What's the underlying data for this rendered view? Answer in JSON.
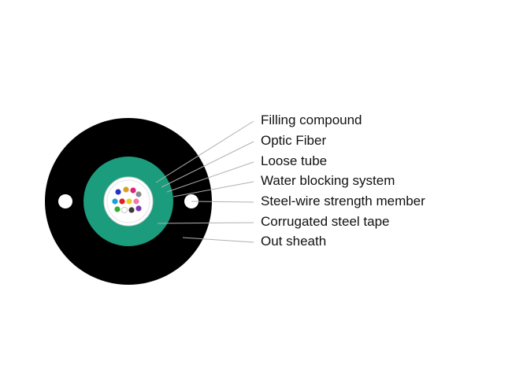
{
  "labels": [
    "Filling compound",
    "Optic Fiber",
    "Loose tube",
    "Water blocking system",
    "Steel-wire strength member",
    "Corrugated steel tape",
    "Out sheath"
  ],
  "colors": {
    "sheath": "#000000",
    "water_blocking_ring": "#1a9c7d",
    "loose_tube": "#ffffff",
    "leader_line": "#b0b0b0",
    "fibers": [
      "#2233cc",
      "#d6a020",
      "#e0207a",
      "#8a8a8a",
      "#1aa0d8",
      "#e02020",
      "#e8d020",
      "#f07ab0",
      "#30b030",
      "#ffffff",
      "#3a3a3a",
      "#7a3ab0"
    ]
  }
}
